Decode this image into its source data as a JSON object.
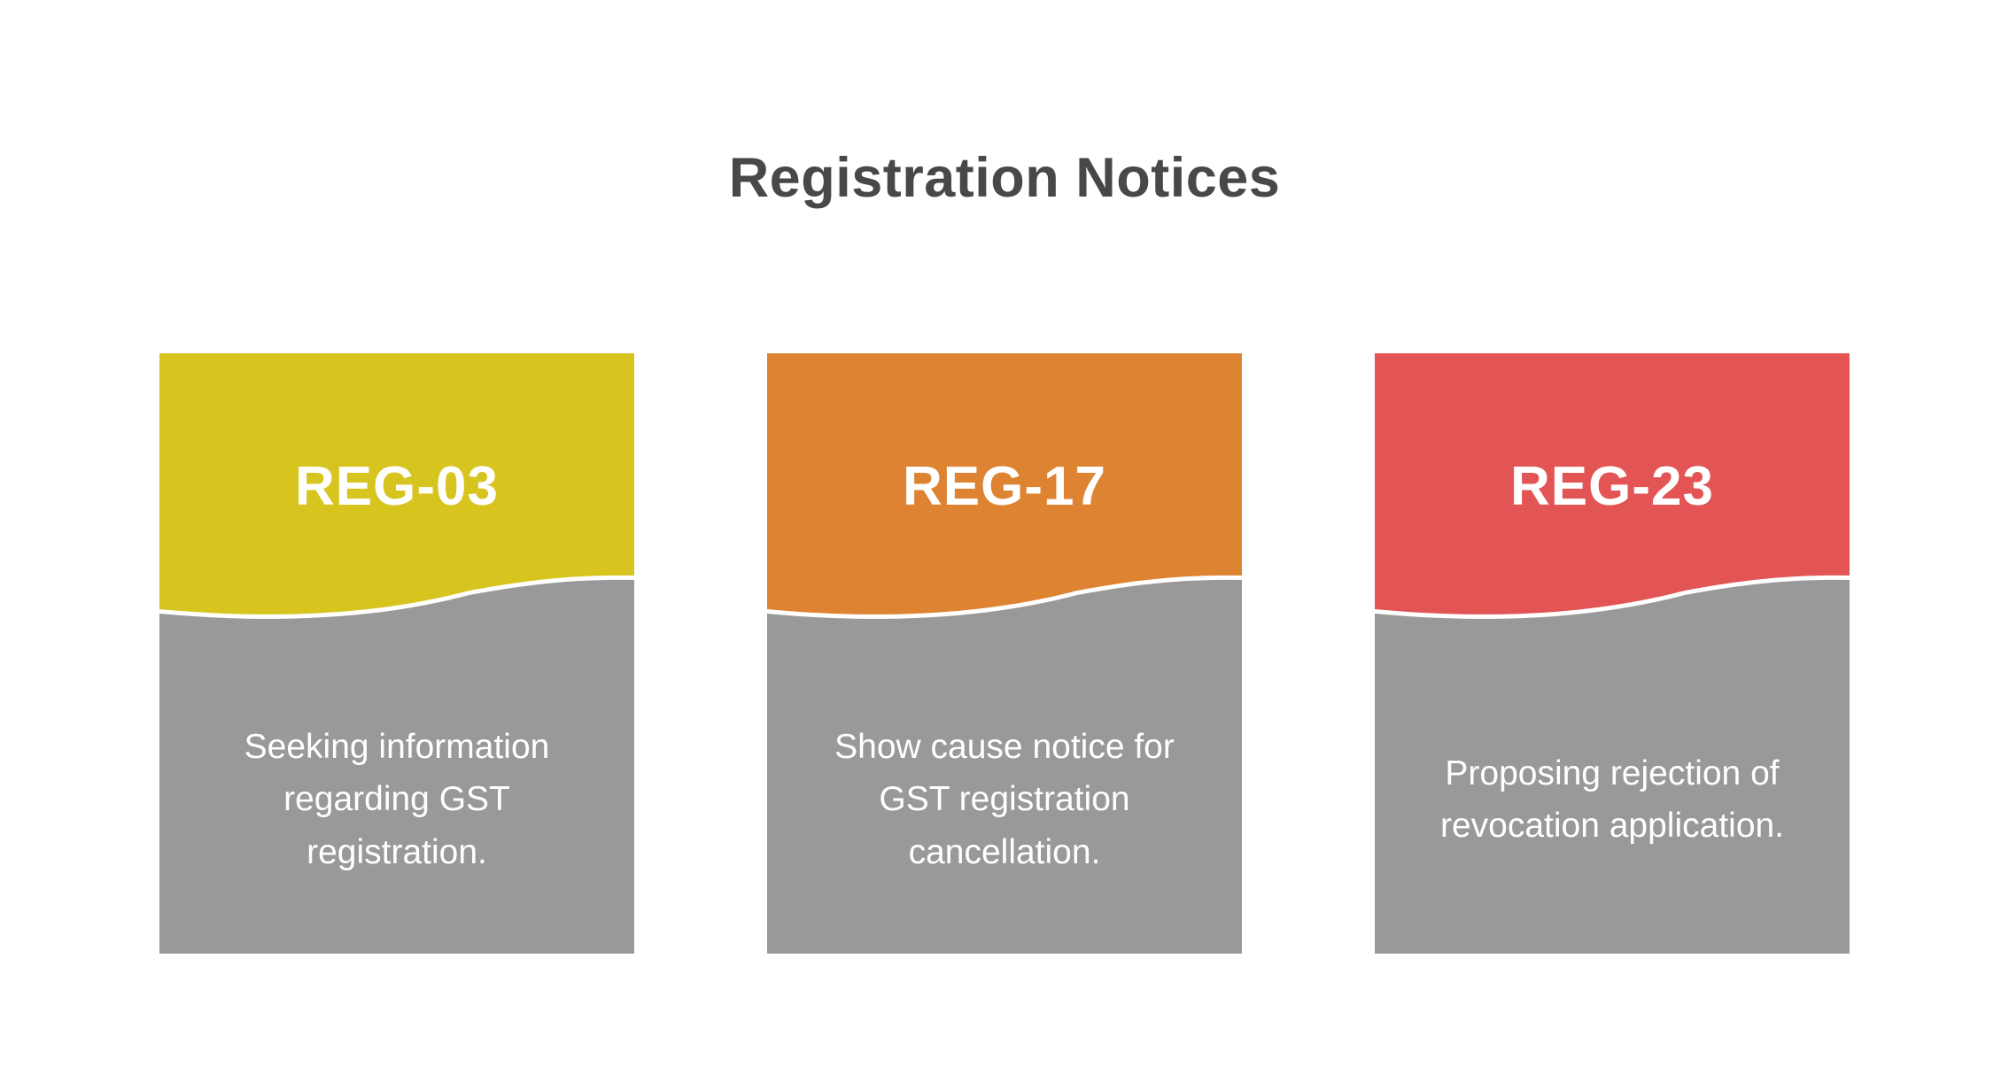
{
  "title": "Registration Notices",
  "colors": {
    "background": "#ffffff",
    "title_text": "#484848",
    "card_body_bg": "#999999",
    "card_text": "#ffffff",
    "wave_stroke": "#ffffff"
  },
  "cards": [
    {
      "code": "REG-03",
      "description": "Seeking information regarding GST registration.",
      "header_color": "#d7c41e"
    },
    {
      "code": "REG-17",
      "description": "Show cause notice for GST registration cancellation.",
      "header_color": "#dd8332"
    },
    {
      "code": "REG-23",
      "description": "Proposing rejection of revocation application.",
      "header_color": "#e25554"
    }
  ]
}
